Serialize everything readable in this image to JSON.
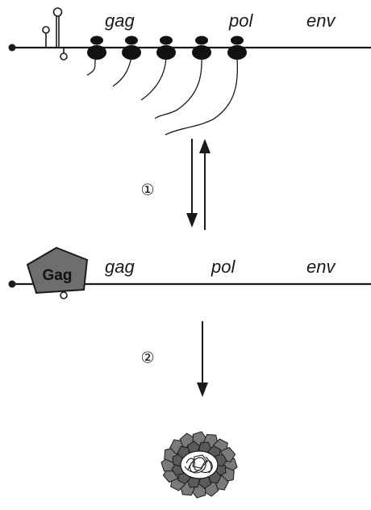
{
  "top_rna": {
    "genes": [
      "gag",
      "pol",
      "env"
    ]
  },
  "step1": {
    "number": "①"
  },
  "bottom_rna": {
    "genes": [
      "gag",
      "pol",
      "env"
    ],
    "bound_protein": "Gag"
  },
  "step2": {
    "number": "②"
  },
  "colors": {
    "line": "#1a1a1a",
    "ribosome": "#111111",
    "gag_protein": "#6e6e6e",
    "capsid_outer": "#7a7a7a",
    "capsid_inner": "#5a5a5a"
  },
  "icons": {
    "ribosome": "ribosome-icon",
    "stem_loop": "stem-loop-icon",
    "gag_protein": "pentagon-icon",
    "virion": "virion-icon"
  }
}
